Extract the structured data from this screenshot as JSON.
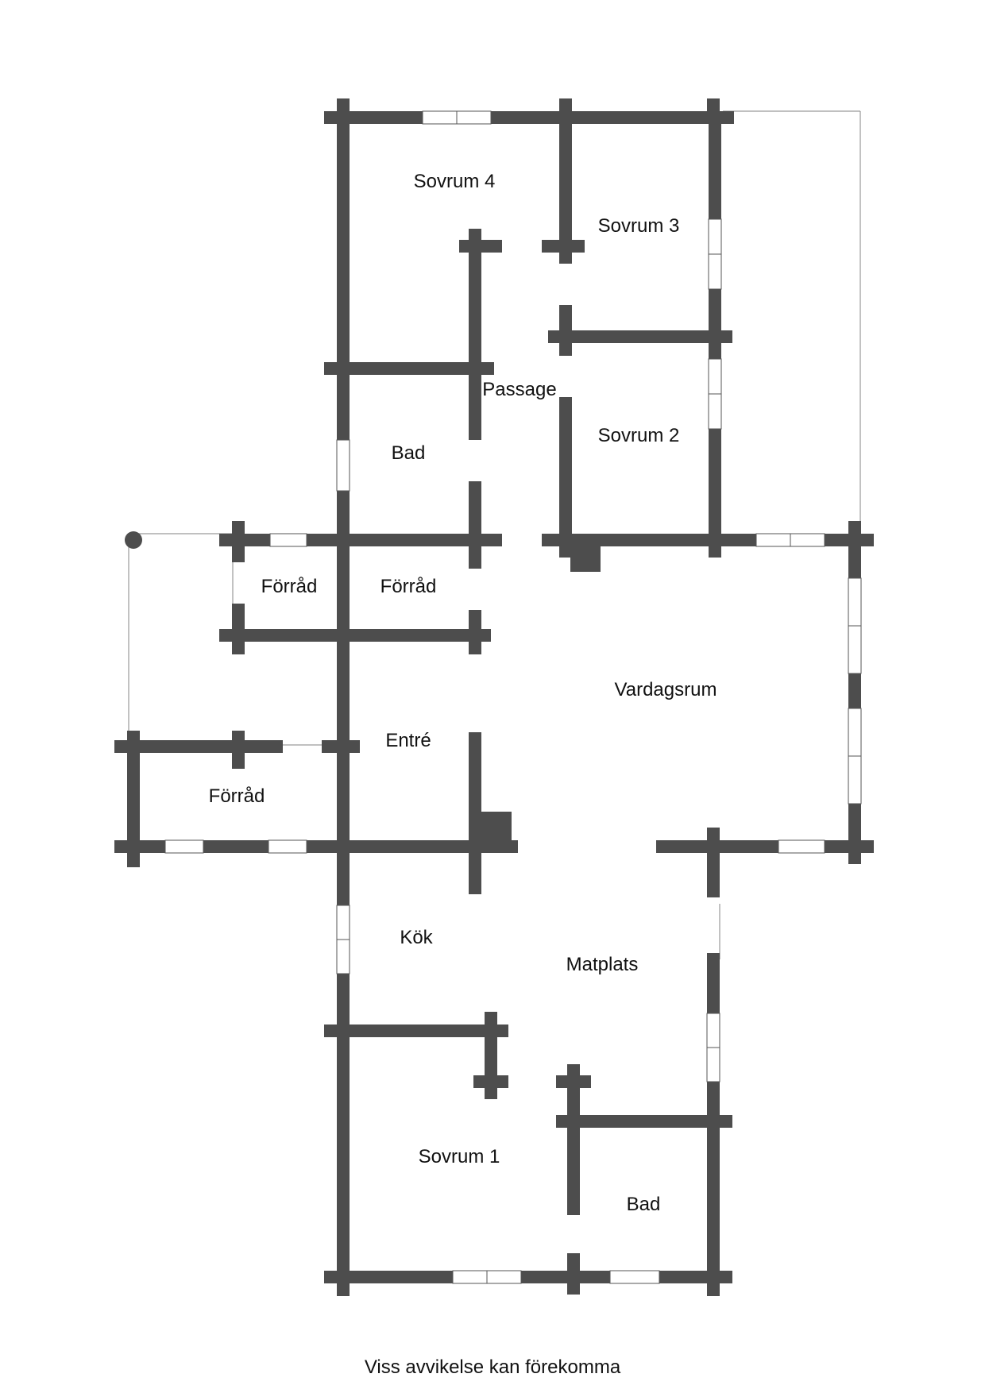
{
  "plan": {
    "rooms": [
      {
        "label": "Sovrum 4"
      },
      {
        "label": "Sovrum 3"
      },
      {
        "label": "Passage"
      },
      {
        "label": "Bad"
      },
      {
        "label": "Sovrum 2"
      },
      {
        "label": "Förråd"
      },
      {
        "label": "Förråd"
      },
      {
        "label": "Vardagsrum"
      },
      {
        "label": "Entré"
      },
      {
        "label": "Förråd"
      },
      {
        "label": "Kök"
      },
      {
        "label": "Matplats"
      },
      {
        "label": "Sovrum 1"
      },
      {
        "label": "Bad"
      }
    ],
    "footer_note": "Viss avvikelse kan förekomma",
    "colors": {
      "wall": "#4d4d4d",
      "background": "#ffffff"
    }
  }
}
